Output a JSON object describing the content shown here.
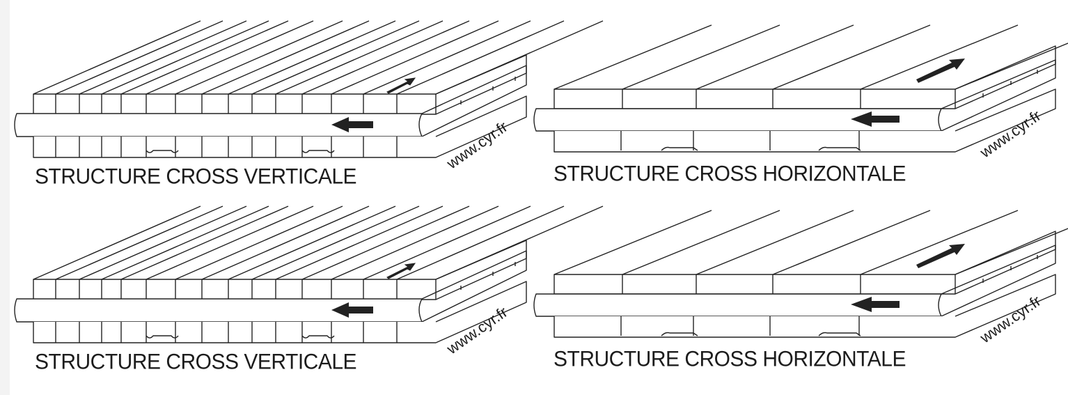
{
  "panels": [
    {
      "kind": "vertical",
      "caption": "STRUCTURE CROSS VERTICALE",
      "watermark": "www.cyr.fr"
    },
    {
      "kind": "horizontal",
      "caption": "STRUCTURE CROSS HORIZONTALE",
      "watermark": "www.cyr.fr"
    },
    {
      "kind": "vertical",
      "caption": "STRUCTURE CROSS VERTICALE",
      "watermark": "www.cyr.fr"
    },
    {
      "kind": "horizontal",
      "caption": "STRUCTURE CROSS HORIZONTALE",
      "watermark": "www.cyr.fr"
    }
  ],
  "colors": {
    "line": "#222222",
    "background": "#ffffff",
    "arrow": "#222222"
  }
}
